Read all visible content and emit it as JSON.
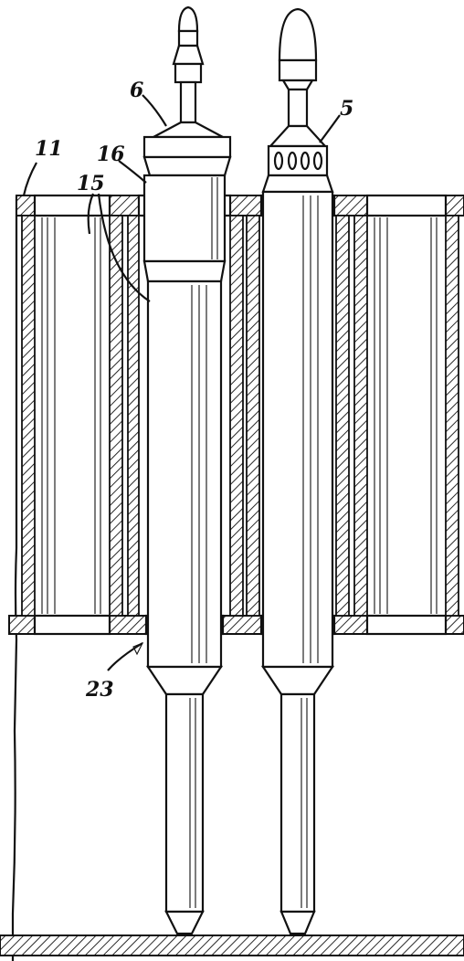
{
  "figure": {
    "reference_numerals": {
      "n6": "6",
      "n5": "5",
      "n11": "11",
      "n16": "16",
      "n15": "15",
      "n23": "23"
    }
  }
}
